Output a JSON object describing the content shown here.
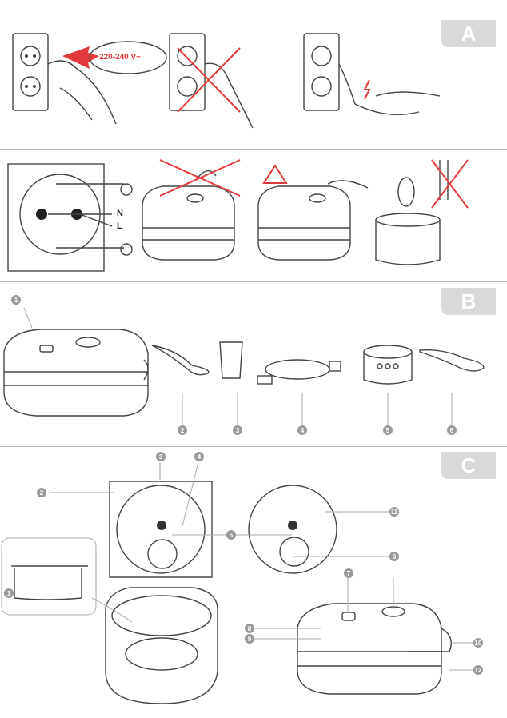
{
  "sections": {
    "a": {
      "tab": "A",
      "voltage": "220-240 V~",
      "neutral": "N",
      "live": "L"
    },
    "b": {
      "tab": "B",
      "callouts": [
        "1",
        "2",
        "3",
        "4",
        "5",
        "6"
      ]
    },
    "c": {
      "tab": "C",
      "callouts": [
        "1",
        "2",
        "3",
        "4",
        "5",
        "6",
        "7",
        "8",
        "9",
        "10",
        "11",
        "12"
      ]
    }
  },
  "colors": {
    "warning": "#e23a3a",
    "tab": "#d9d9d9",
    "callout": "#9a9a9a"
  }
}
